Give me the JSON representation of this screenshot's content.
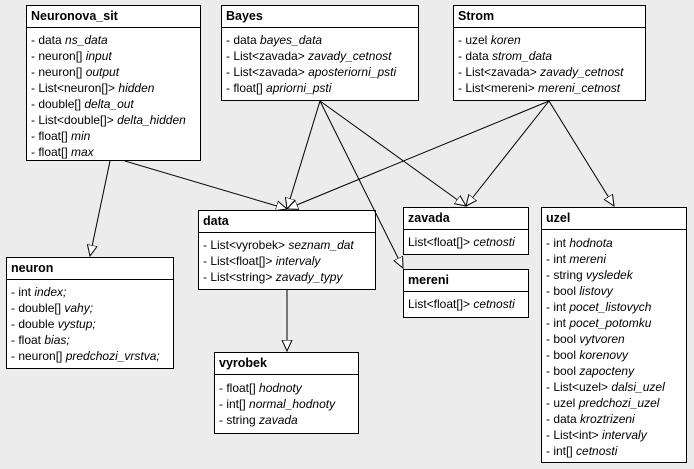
{
  "classes": [
    {
      "id": "neuronova_sit",
      "title": "Neuronova_sit",
      "fields": [
        {
          "t": "- data ",
          "n": "ns_data"
        },
        {
          "t": "- neuron[] ",
          "n": "input"
        },
        {
          "t": "- neuron[] ",
          "n": "output"
        },
        {
          "t": "- List<neuron[]> ",
          "n": "hidden"
        },
        {
          "t": "- double[] ",
          "n": "delta_out"
        },
        {
          "t": "- List<double[]> ",
          "n": "delta_hidden"
        },
        {
          "t": "- float[] ",
          "n": "min"
        },
        {
          "t": "- float[] ",
          "n": "max"
        }
      ]
    },
    {
      "id": "bayes",
      "title": "Bayes",
      "fields": [
        {
          "t": "- data ",
          "n": "bayes_data"
        },
        {
          "t": "- List<zavada> ",
          "n": "zavady_cetnost"
        },
        {
          "t": "- List<zavada> ",
          "n": "aposteriorni_psti"
        },
        {
          "t": "- float[] ",
          "n": "apriorni_psti"
        }
      ]
    },
    {
      "id": "strom",
      "title": "Strom",
      "fields": [
        {
          "t": "- uzel ",
          "n": "koren"
        },
        {
          "t": "- data ",
          "n": "strom_data"
        },
        {
          "t": "- List<zavada> ",
          "n": "zavady_cetnost"
        },
        {
          "t": "- List<mereni> ",
          "n": "mereni_cetnost"
        }
      ]
    },
    {
      "id": "data",
      "title": "data",
      "fields": [
        {
          "t": "- List<vyrobek>  ",
          "n": "seznam_dat"
        },
        {
          "t": "- List<float[]> ",
          "n": "intervaly"
        },
        {
          "t": "- List<string> ",
          "n": "zavady_typy"
        }
      ]
    },
    {
      "id": "zavada",
      "title": "zavada",
      "fields": [
        {
          "t": "List<float[]> ",
          "n": "cetnosti"
        }
      ]
    },
    {
      "id": "mereni",
      "title": "mereni",
      "fields": [
        {
          "t": "List<float[]> ",
          "n": "cetnosti"
        }
      ]
    },
    {
      "id": "uzel",
      "title": "uzel",
      "fields": [
        {
          "t": "- int ",
          "n": "hodnota"
        },
        {
          "t": "- int ",
          "n": "mereni"
        },
        {
          "t": "- string  ",
          "n": "vysledek"
        },
        {
          "t": "- bool ",
          "n": "listovy"
        },
        {
          "t": "- int ",
          "n": "pocet_listovych"
        },
        {
          "t": "- int ",
          "n": "pocet_potomku"
        },
        {
          "t": "- bool ",
          "n": "vytvoren"
        },
        {
          "t": "- bool ",
          "n": "korenovy"
        },
        {
          "t": "- bool ",
          "n": "zapocteny"
        },
        {
          "t": "- List<uzel> ",
          "n": "dalsi_uzel"
        },
        {
          "t": "- uzel ",
          "n": "predchozi_uzel"
        },
        {
          "t": "- data ",
          "n": "kroztrizeni"
        },
        {
          "t": "- List<int> ",
          "n": "intervaly"
        },
        {
          "t": "- int[] ",
          "n": "cetnosti"
        }
      ]
    },
    {
      "id": "neuron",
      "title": "neuron",
      "fields": [
        {
          "t": "- int ",
          "n": "index;"
        },
        {
          "t": "- double[] ",
          "n": "vahy;"
        },
        {
          "t": "- double ",
          "n": "vystup;"
        },
        {
          "t": "- float ",
          "n": "bias;"
        },
        {
          "t": "- neuron[] ",
          "n": "predchozi_vrstva;"
        }
      ]
    },
    {
      "id": "vyrobek",
      "title": "vyrobek",
      "fields": [
        {
          "t": "- float[] ",
          "n": "hodnoty"
        },
        {
          "t": "- int[]  ",
          "n": "normal_hodnoty"
        },
        {
          "t": "- string ",
          "n": "zavada"
        }
      ]
    }
  ],
  "relations": [
    {
      "from": "neuronova_sit",
      "to": "data"
    },
    {
      "from": "neuronova_sit",
      "to": "neuron"
    },
    {
      "from": "bayes",
      "to": "data"
    },
    {
      "from": "bayes",
      "to": "zavada"
    },
    {
      "from": "bayes",
      "to": "mereni"
    },
    {
      "from": "strom",
      "to": "data"
    },
    {
      "from": "strom",
      "to": "zavada"
    },
    {
      "from": "strom",
      "to": "uzel"
    },
    {
      "from": "data",
      "to": "vyrobek"
    }
  ]
}
